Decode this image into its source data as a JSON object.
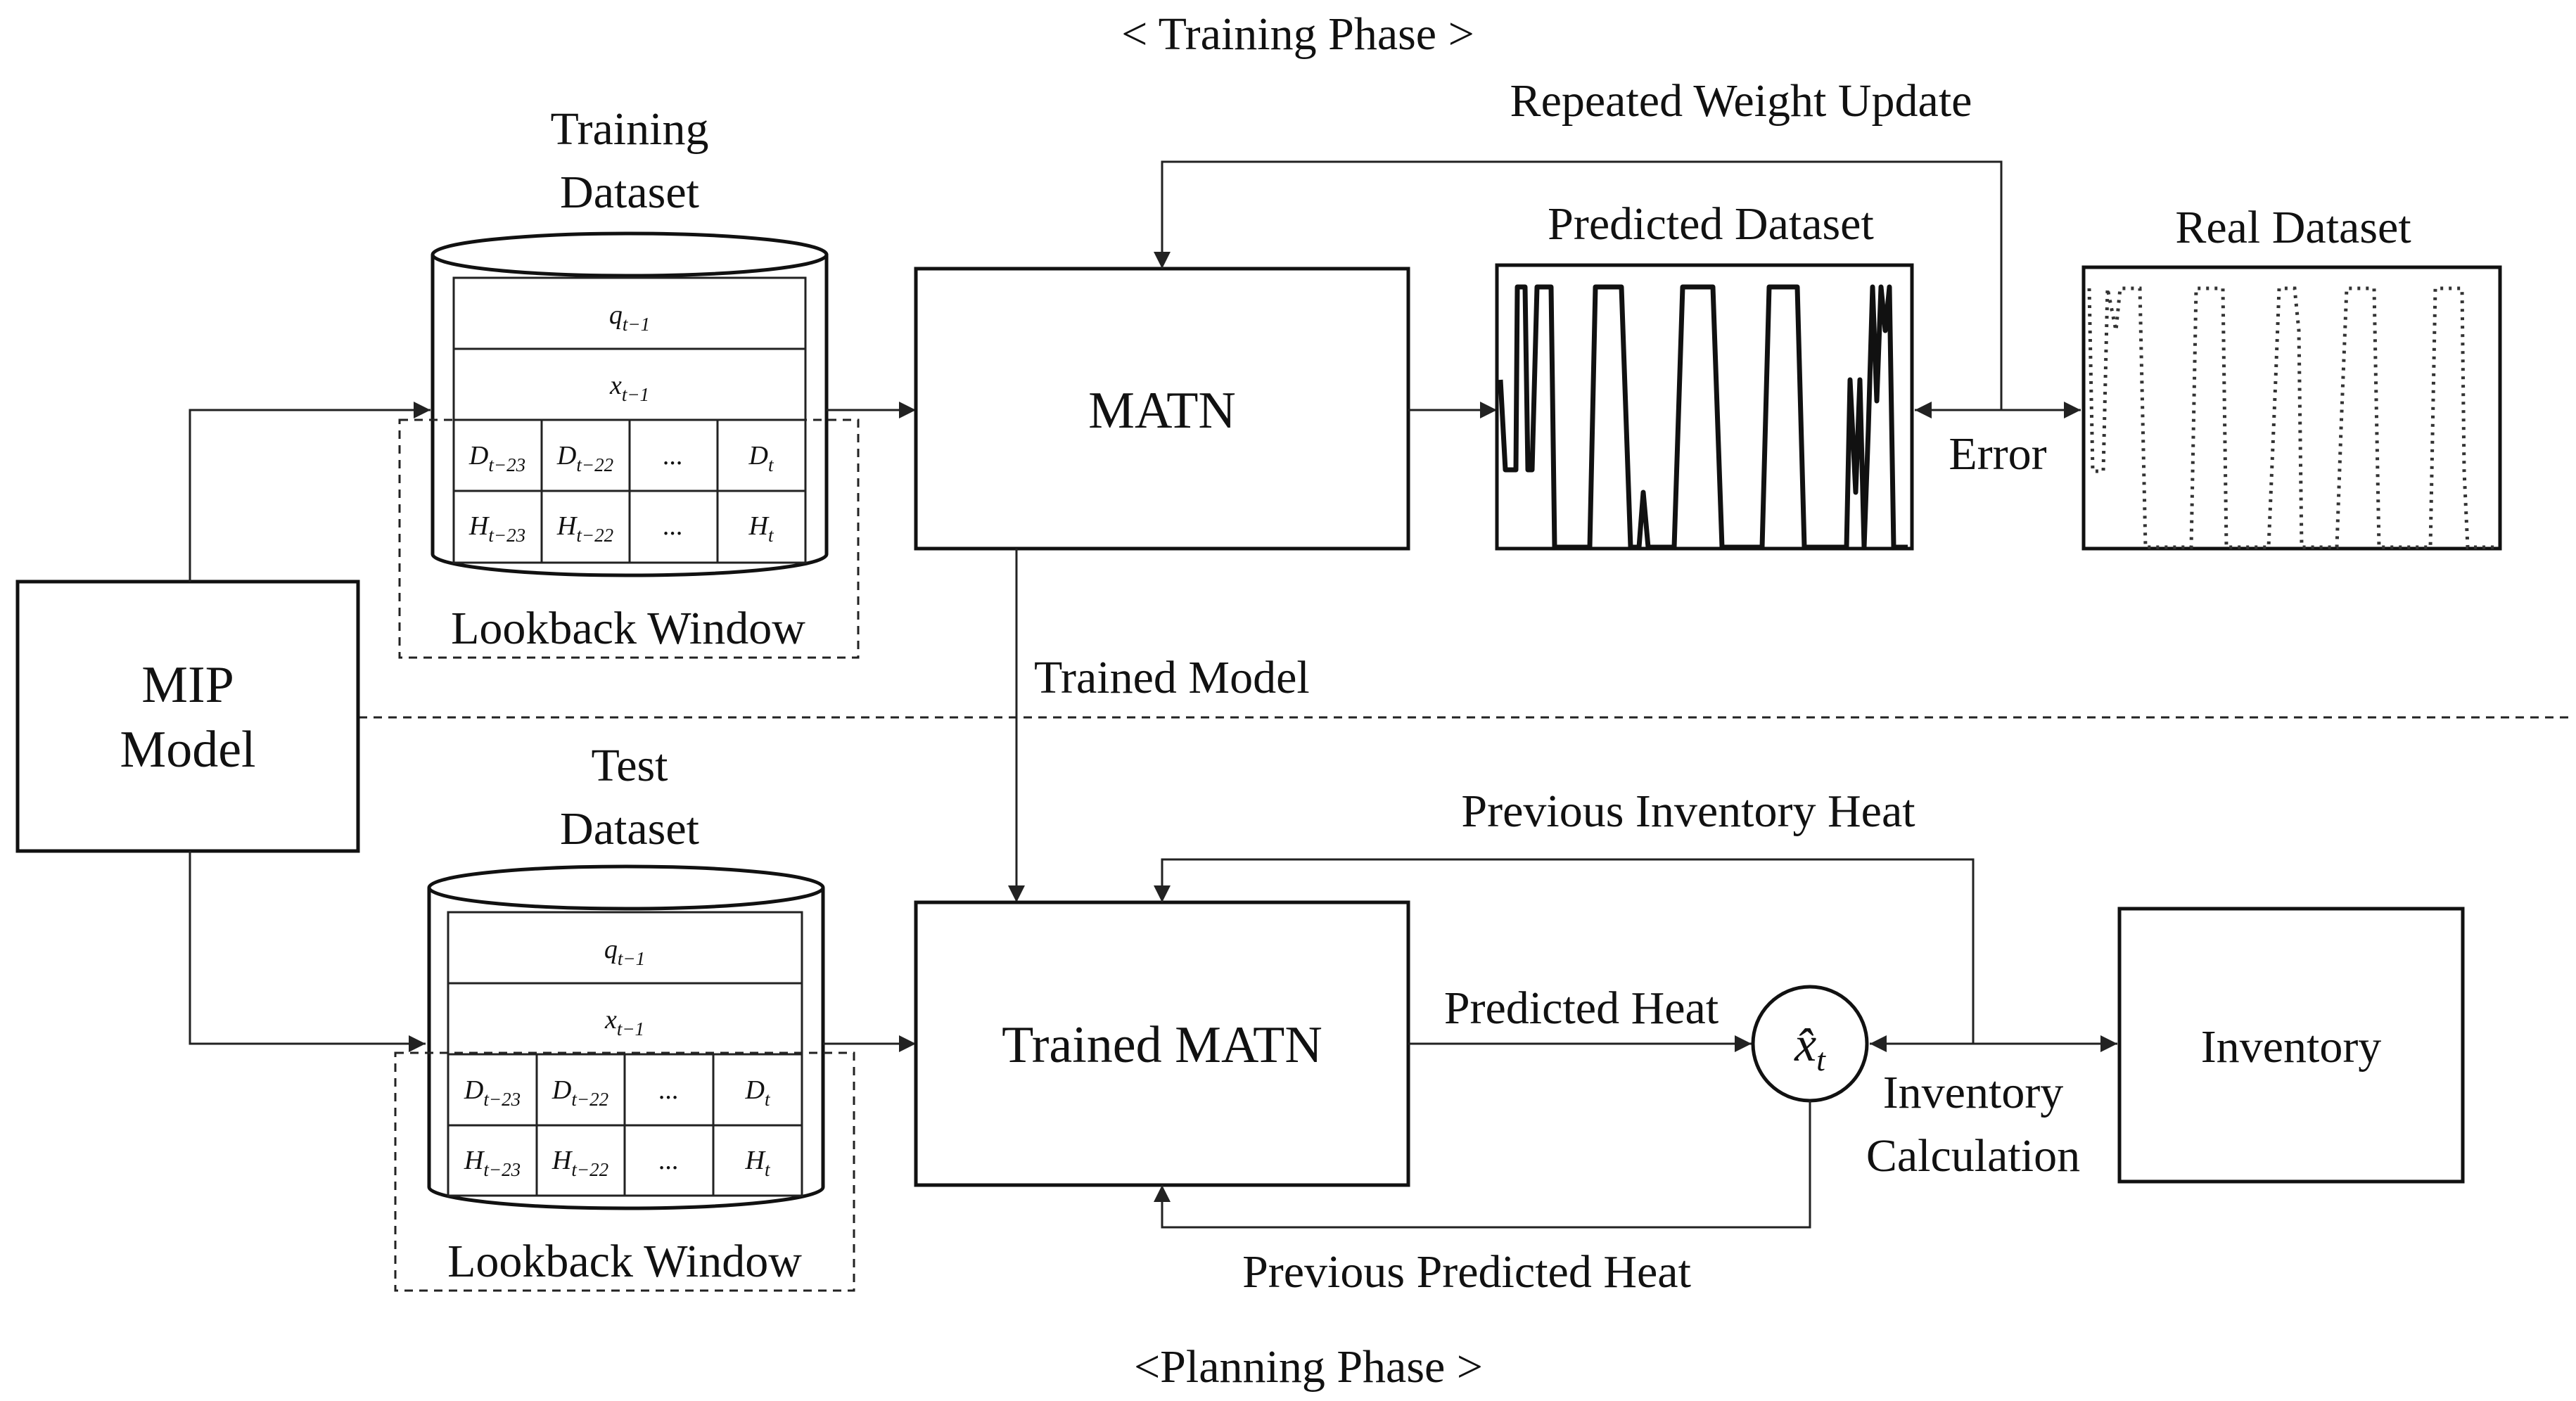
{
  "phases": {
    "training": "< Training Phase >",
    "planning": "<Planning Phase >"
  },
  "mip": {
    "line1": "MIP",
    "line2": "Model"
  },
  "training_dataset": {
    "title1": "Training",
    "title2": "Dataset",
    "window_label": "Lookback Window"
  },
  "test_dataset": {
    "title1": "Test",
    "title2": "Dataset",
    "window_label": "Lookback Window"
  },
  "dataset_cells": {
    "q_base": "q",
    "q_sub": "t−1",
    "x_base": "x",
    "x_sub": "t−1",
    "d1_base": "D",
    "d1_sub": "t−23",
    "d2_base": "D",
    "d2_sub": "t−22",
    "ellipsis": "...",
    "d3_base": "D",
    "d3_sub": "t",
    "h1_base": "H",
    "h1_sub": "t−23",
    "h2_base": "H",
    "h2_sub": "t−22",
    "h3_base": "H",
    "h3_sub": "t"
  },
  "boxes": {
    "matn": "MATN",
    "trained_matn": "Trained MATN",
    "inventory": "Inventory",
    "node_base": "x̂",
    "node_sub": "t"
  },
  "panels": {
    "predicted": "Predicted Dataset",
    "real": "Real Dataset"
  },
  "labels": {
    "repeated_weight_update": "Repeated Weight Update",
    "error": "Error",
    "trained_model": "Trained Model",
    "previous_inventory_heat": "Previous Inventory Heat",
    "predicted_heat": "Predicted Heat",
    "inventory_calc1": "Inventory",
    "inventory_calc2": "Calculation",
    "previous_predicted_heat": "Previous Predicted Heat"
  }
}
